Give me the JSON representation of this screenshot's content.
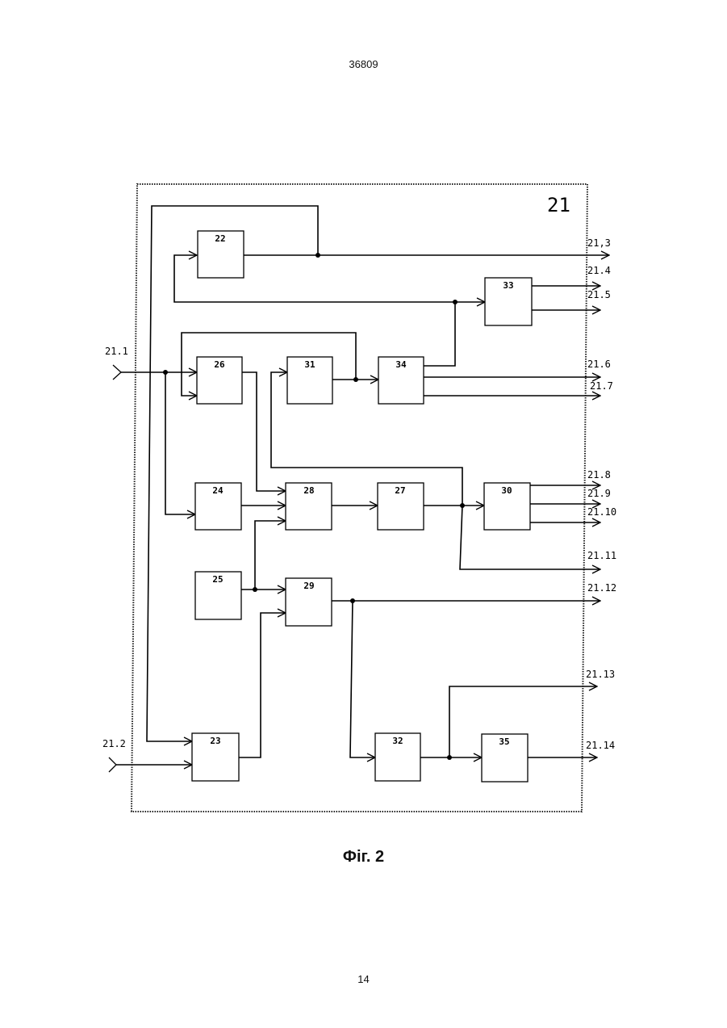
{
  "page": {
    "doc_number": "36809",
    "figure_caption": "Фіг. 2",
    "page_number": "14"
  },
  "diagram": {
    "unit_label": "21",
    "blocks": {
      "b22": "22",
      "b23": "23",
      "b24": "24",
      "b25": "25",
      "b26": "26",
      "b27": "27",
      "b28": "28",
      "b29": "29",
      "b30": "30",
      "b31": "31",
      "b32": "32",
      "b33": "33",
      "b34": "34",
      "b35": "35"
    },
    "inputs": {
      "in1": "21.1",
      "in2": "21.2"
    },
    "outputs": {
      "o3": "21,3",
      "o4": "21.4",
      "o5": "21.5",
      "o6": "21.6",
      "o7": "21.7",
      "o8": "21.8",
      "o9": "21.9",
      "o10": "21.10",
      "o11": "21.11",
      "o12": "21.12",
      "o13": "21.13",
      "o14": "21.14"
    }
  }
}
